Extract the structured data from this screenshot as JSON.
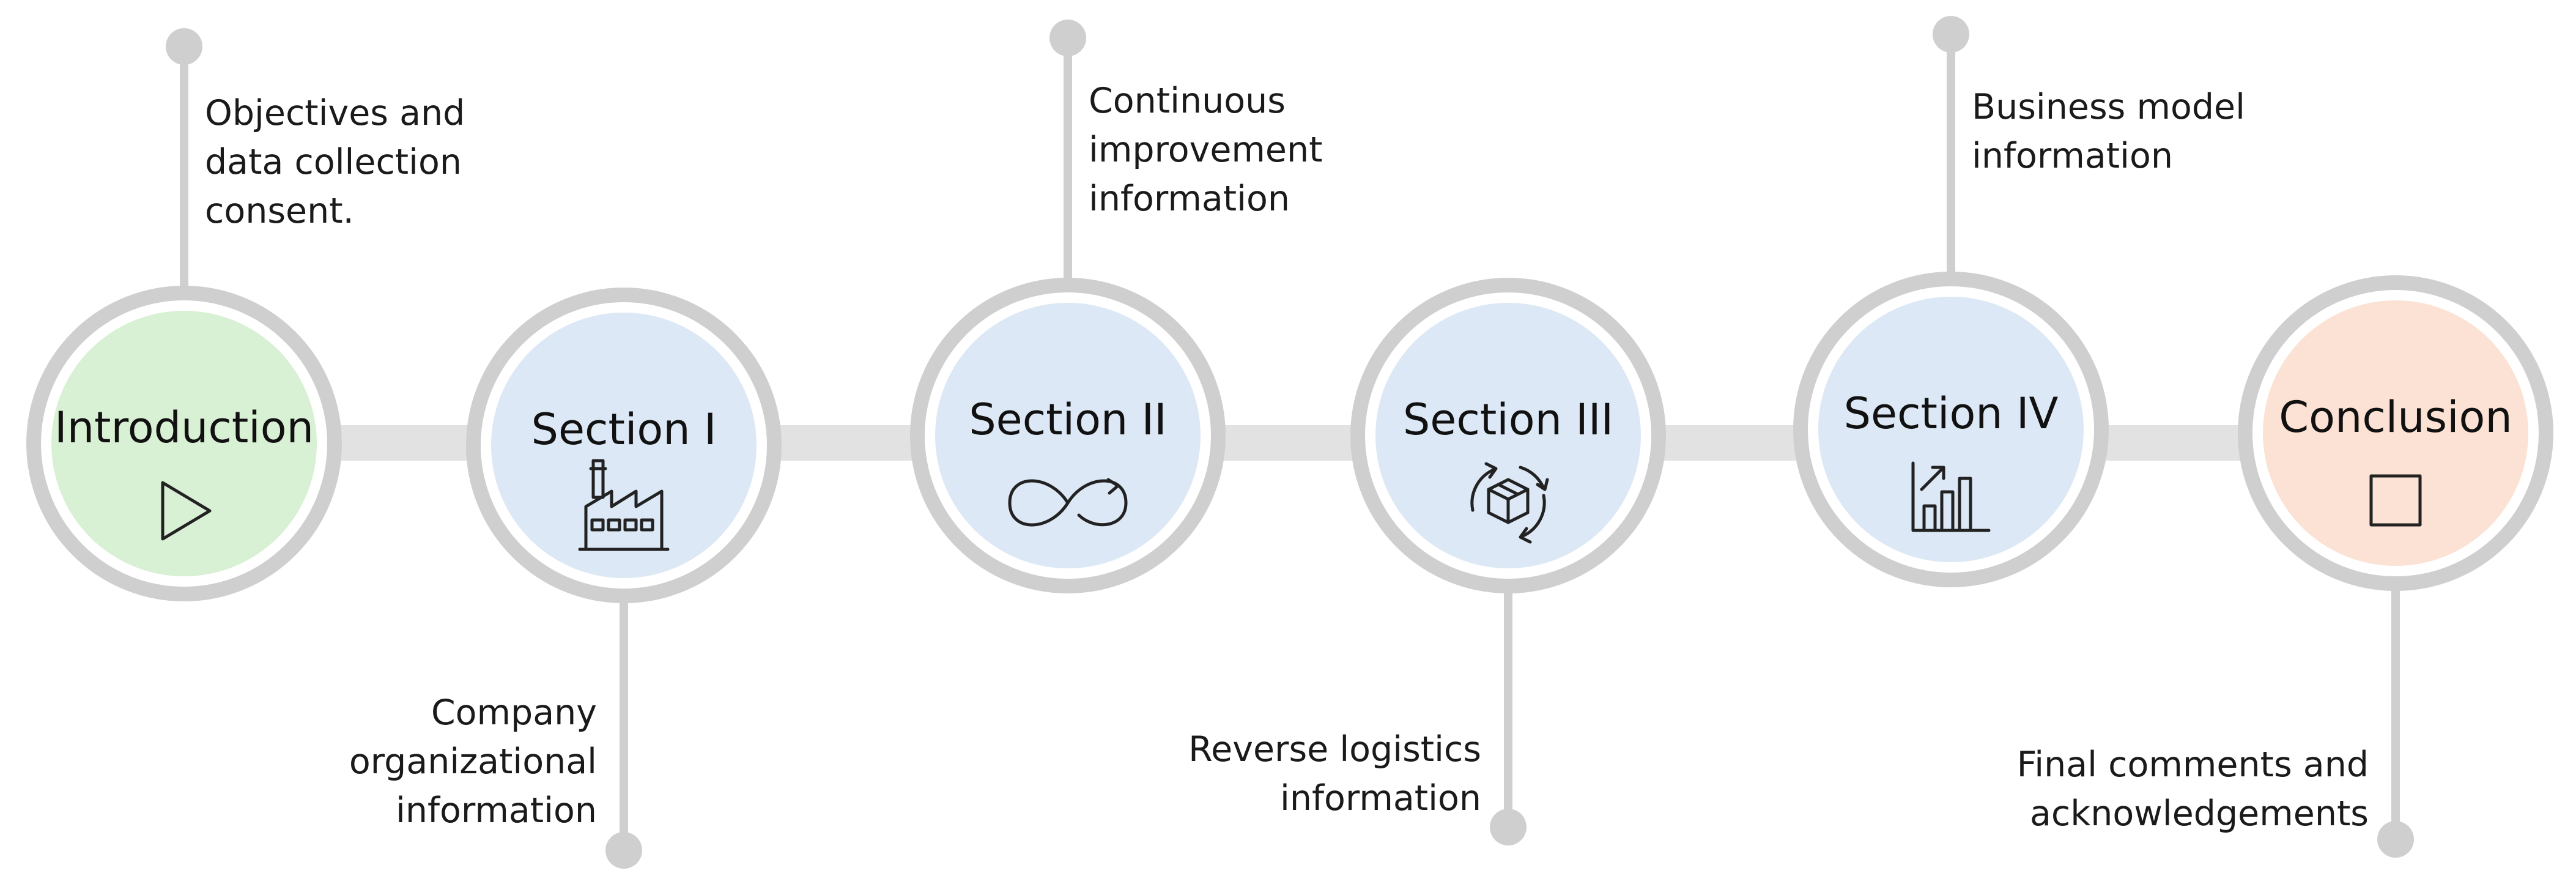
{
  "colors": {
    "ring": "#cfcfcf",
    "connector": "#e2e2e2",
    "stem": "#cfcfcf",
    "green_fill": "#d8f0d3",
    "blue_fill": "#dce8f5",
    "peach_fill": "#fbe2d4",
    "icon_stroke": "#222222"
  },
  "steps": [
    {
      "id": "introduction",
      "title": "Introduction",
      "fill": "green",
      "icon": "play-icon",
      "description_position": "above",
      "description": [
        "Objectives and",
        "data collection",
        "consent."
      ]
    },
    {
      "id": "section-1",
      "title": "Section I",
      "fill": "blue",
      "icon": "factory-icon",
      "description_position": "below",
      "description": [
        "Company",
        "organizational",
        "information"
      ]
    },
    {
      "id": "section-2",
      "title": "Section II",
      "fill": "blue",
      "icon": "infinity-loop-icon",
      "description_position": "above",
      "description": [
        "Continuous",
        "improvement",
        "information"
      ]
    },
    {
      "id": "section-3",
      "title": "Section III",
      "fill": "blue",
      "icon": "package-cycle-icon",
      "description_position": "below",
      "description": [
        "Reverse logistics",
        "information"
      ]
    },
    {
      "id": "section-4",
      "title": "Section IV",
      "fill": "blue",
      "icon": "bar-chart-growth-icon",
      "description_position": "above",
      "description": [
        "Business model",
        "information"
      ]
    },
    {
      "id": "conclusion",
      "title": "Conclusion",
      "fill": "peach",
      "icon": "stop-icon",
      "description_position": "below",
      "description": [
        "Final comments and",
        "acknowledgements"
      ]
    }
  ]
}
